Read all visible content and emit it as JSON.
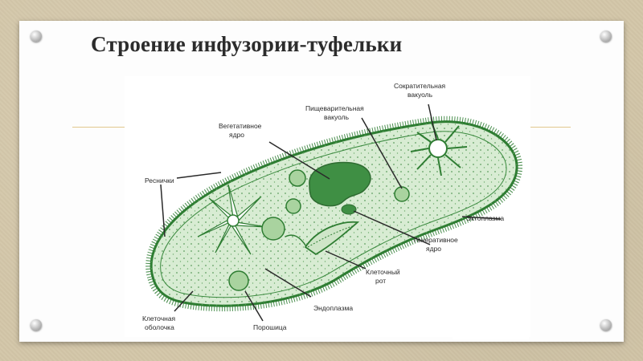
{
  "slide": {
    "title": "Строение инфузории-туфельки"
  },
  "diagram": {
    "labels": {
      "sokrat_1": "Сократительная",
      "sokrat_2": "вакуоль",
      "pishch_1": "Пищеварительная",
      "pishch_2": "вакуоль",
      "veget_1": "Вегетативное",
      "veget_2": "ядро",
      "resnichki": "Реснички",
      "ektoplazma": "Эктоплазма",
      "generat_1": "Генеративное",
      "generat_2": "ядро",
      "rot_1": "Клеточный",
      "rot_2": "рот",
      "endoplazma": "Эндоплазма",
      "obolochka_1": "Клеточная",
      "obolochka_2": "оболочка",
      "poroshitsa": "Порошица"
    },
    "colors": {
      "membrane": "#2e7d32",
      "cytoplasm": "#d8ecd3",
      "nucleus": "#3f8f44",
      "vacuole": "#a9d39f"
    }
  }
}
